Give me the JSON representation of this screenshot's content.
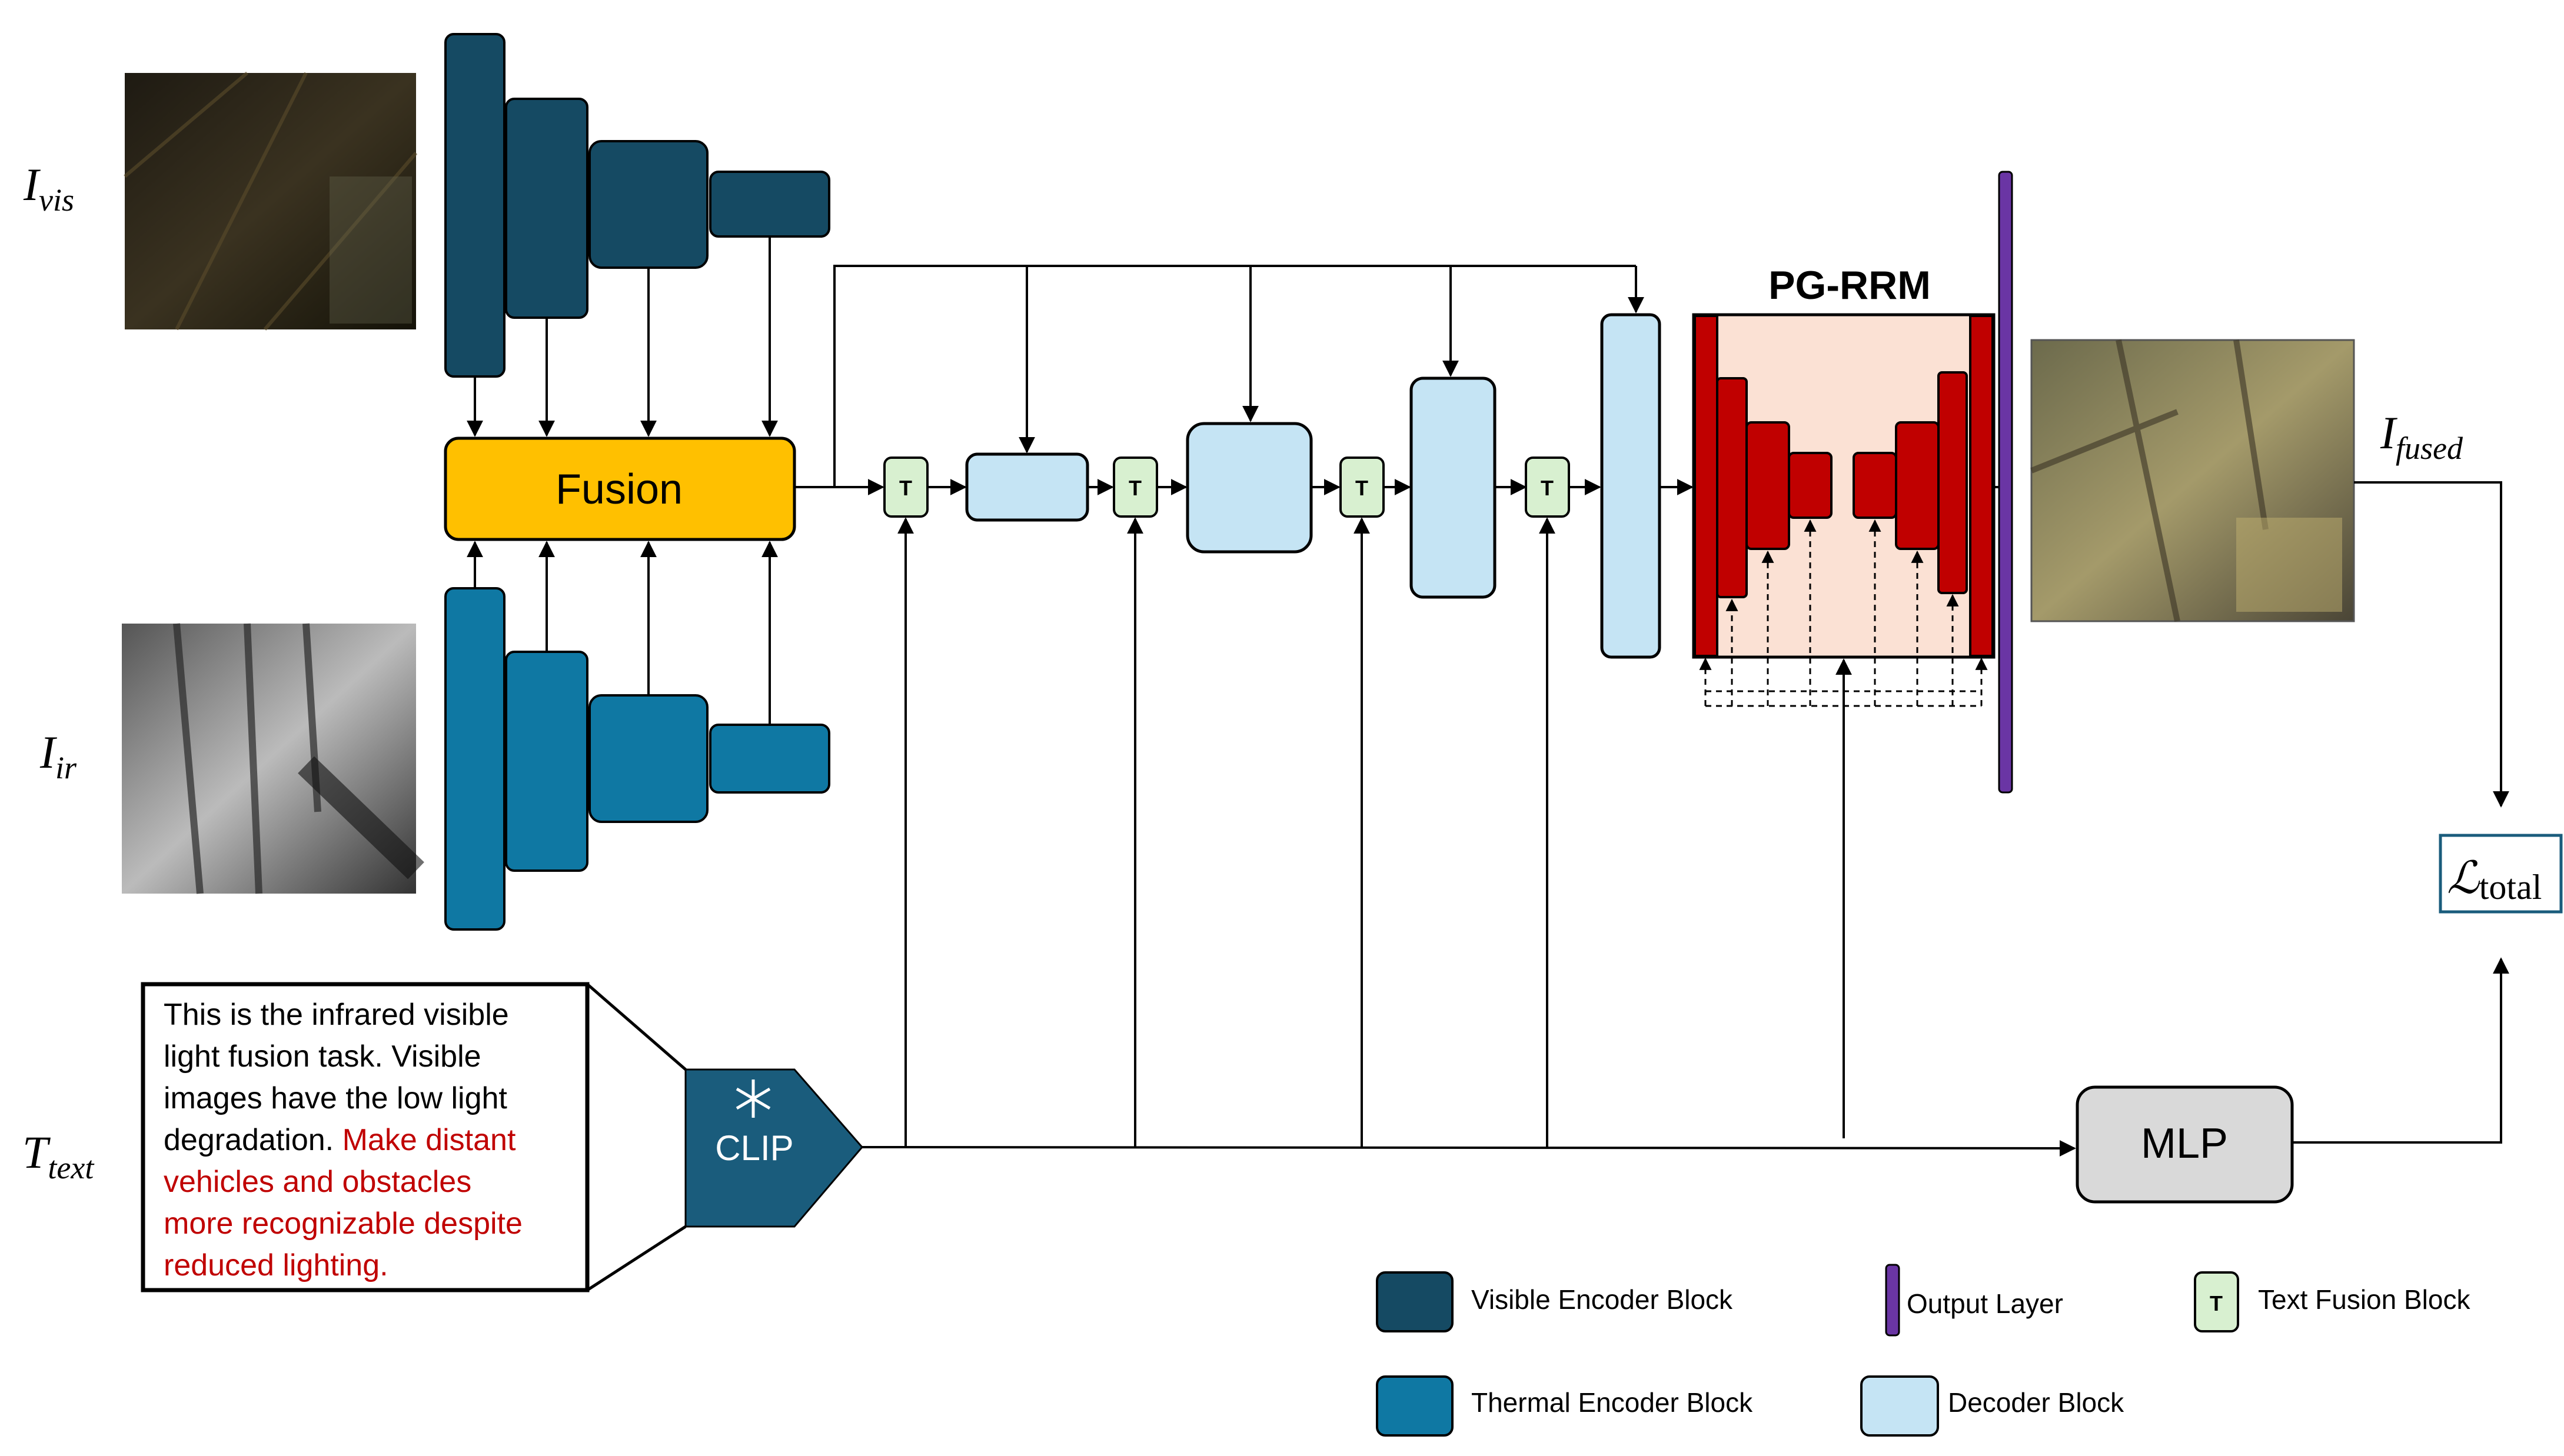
{
  "colors": {
    "visible_encoder": "#154a63",
    "thermal_encoder": "#0f78a3",
    "fusion": "#ffc000",
    "decoder": "#c5e4f4",
    "text_fusion": "#d8f0d0",
    "output_layer": "#6a35a4",
    "pgrrm_bg": "#fbe1d4",
    "pgrrm_block": "#c00000",
    "mlp": "#d9d9d9",
    "clip": "#1a5c7c",
    "red_text": "#c00000"
  },
  "inputs": {
    "vis_main": "I",
    "vis_sub": "vis",
    "ir_main": "I",
    "ir_sub": "ir",
    "text_main": "T",
    "text_sub": "text"
  },
  "output": {
    "fused_main": "I",
    "fused_sub": "fused",
    "loss_main": "ℒ",
    "loss_sub": "total"
  },
  "blocks": {
    "fusion": "Fusion",
    "t_label": "T",
    "clip": "CLIP",
    "clip_icon": "snowflake-icon",
    "mlp": "MLP",
    "pgrrm": "PG-RRM"
  },
  "prompt": {
    "line1": "This is the infrared visible",
    "line2": "light fusion task. Visible",
    "line3": "images have the low light",
    "line4_black": "degradation. ",
    "line4_red": "Make distant",
    "line5": "vehicles and obstacles",
    "line6": "more recognizable despite",
    "line7": "reduced lighting."
  },
  "legend": {
    "visible_encoder": "Visible Encoder Block",
    "thermal_encoder": "Thermal Encoder Block",
    "output_layer": "Output Layer",
    "decoder": "Decoder Block",
    "text_fusion": "Text Fusion Block",
    "t_label": "T"
  }
}
